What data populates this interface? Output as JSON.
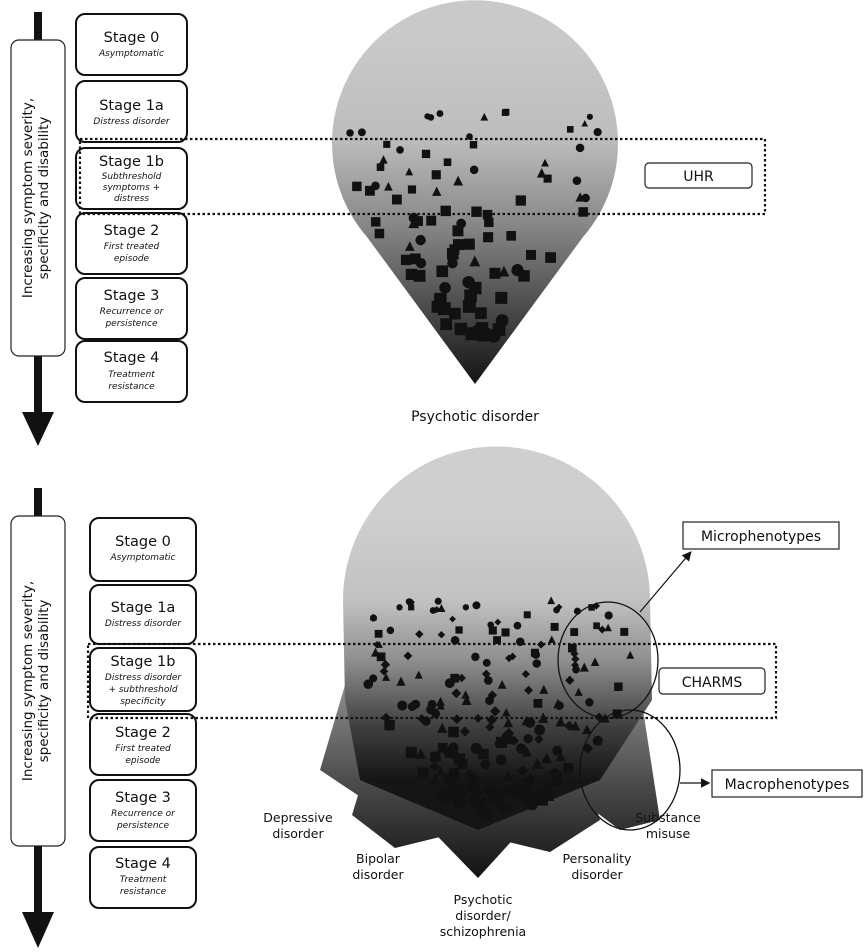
{
  "top": {
    "axis_label_line1": "Increasing symptom severity,",
    "axis_label_line2": "specificity and disability",
    "stages": [
      {
        "title": "Stage 0",
        "sub": [
          "Asymptomatic"
        ]
      },
      {
        "title": "Stage 1a",
        "sub": [
          "Distress disorder"
        ]
      },
      {
        "title": "Stage 1b",
        "sub": [
          "Subthreshold",
          "symptoms +",
          "distress"
        ]
      },
      {
        "title": "Stage 2",
        "sub": [
          "First treated",
          "episode"
        ]
      },
      {
        "title": "Stage 3",
        "sub": [
          "Recurrence or",
          "persistence"
        ]
      },
      {
        "title": "Stage 4",
        "sub": [
          "Treatment",
          "resistance"
        ]
      }
    ],
    "box_label": "UHR",
    "outcome_label": "Psychotic disorder"
  },
  "bottom": {
    "axis_label_line1": "Increasing symptom severity,",
    "axis_label_line2": "specificity and disability",
    "stages": [
      {
        "title": "Stage 0",
        "sub": [
          "Asymptomatic"
        ]
      },
      {
        "title": "Stage 1a",
        "sub": [
          "Distress disorder"
        ]
      },
      {
        "title": "Stage 1b",
        "sub": [
          "Distress disorder",
          "+ subthreshold",
          "specificity"
        ]
      },
      {
        "title": "Stage 2",
        "sub": [
          "First treated",
          "episode"
        ]
      },
      {
        "title": "Stage 3",
        "sub": [
          "Recurrence or",
          "persistence"
        ]
      },
      {
        "title": "Stage 4",
        "sub": [
          "Treatment",
          "resistance"
        ]
      }
    ],
    "box_label": "CHARMS",
    "micro_label": "Microphenotypes",
    "macro_label": "Macrophenotypes",
    "outcomes": [
      {
        "lines": [
          "Depressive",
          "disorder"
        ]
      },
      {
        "lines": [
          "Bipolar",
          "disorder"
        ]
      },
      {
        "lines": [
          "Psychotic",
          "disorder/",
          "schizophrenia"
        ]
      },
      {
        "lines": [
          "Personality",
          "disorder"
        ]
      },
      {
        "lines": [
          "Substance",
          "misuse"
        ]
      }
    ]
  }
}
